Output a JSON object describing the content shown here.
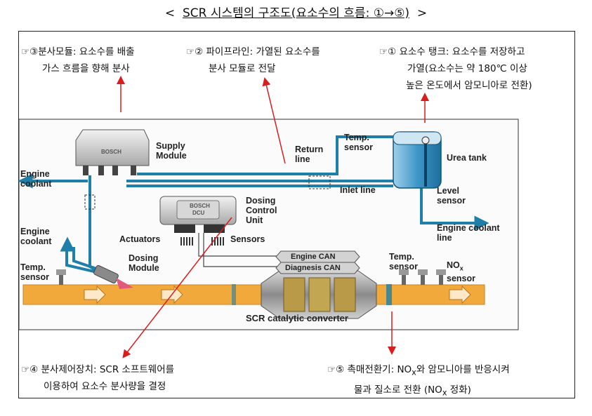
{
  "title": {
    "open": "<",
    "text": "SCR 시스템의 구조도(요소수의 흐름: ①→⑤)",
    "close": ">"
  },
  "captions": {
    "c3": {
      "icon": "☞",
      "line1": "③분사모듈: 요소수를 배출",
      "line2": "가스 흐름을 향해 분사"
    },
    "c2": {
      "icon": "☞",
      "line1": "② 파이프라인: 가열된 요소수를",
      "line2": "분사 모듈로 전달"
    },
    "c1": {
      "icon": "☞",
      "line1": "① 요소수 탱크: 요소수를 저장하고",
      "line2": "가열(요소수는 약 180℃ 이상",
      "line3": "높은 온도에서 암모니아로 전환)"
    },
    "c4": {
      "icon": "☞",
      "line1": "④ 분사제어장치: SCR 소프트웨어를",
      "line2": "이용하여 요소수 분사량을 결정"
    },
    "c5": {
      "icon": "☞",
      "line1a": "⑤ 촉매전환기: NO",
      "line1sub": "x",
      "line1b": "와 암모니아를 반응시켜",
      "line2a": "물과 질소로 전환 (NO",
      "line2sub": "x",
      "line2b": " 정화)"
    }
  },
  "diagram": {
    "supply_module": "Supply Module",
    "bosch_brand": "BOSCH",
    "dcu_brand": "BOSCH",
    "dcu_model": "DCU",
    "return_line": "Return line",
    "temp_sensor_top": "Temp. sensor",
    "urea_tank": "Urea tank",
    "level_sensor": "Level sensor",
    "inlet_line": "Inlet line",
    "engine_coolant_1": "Engine coolant",
    "engine_coolant_2": "Engine coolant",
    "engine_coolant_line": "Engine coolant line",
    "dosing_control_unit": "Dosing Control Unit",
    "actuators": "Actuators",
    "sensors": "Sensors",
    "engine_can": "Engine CAN",
    "diagnesis_can": "Diagnesis CAN",
    "temp_sensor_left": "Temp. sensor",
    "temp_sensor_right": "Temp. sensor",
    "dosing_module": "Dosing Module",
    "nox_a": "NO",
    "nox_sub": "x",
    "nox_b": "sensor",
    "scr_converter": "SCR catalytic converter"
  },
  "colors": {
    "pipe": "#1f7fa8",
    "tank": "#2e86c1",
    "exhaust": "#f2a93b",
    "arrow": "#d91c1c"
  }
}
